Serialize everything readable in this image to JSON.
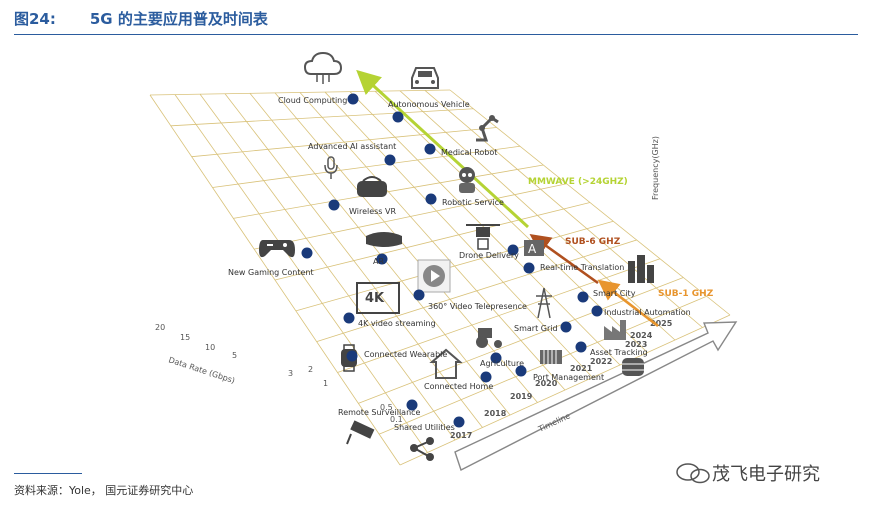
{
  "figure": {
    "label": "图24:",
    "title": "5G 的主要应用普及时间表"
  },
  "source": "资料来源：Yole，  国元证券研究中心",
  "watermark": "茂飞电子研究",
  "axes": {
    "frequency": "Frequency(GHz)",
    "data_rate": "Data Rate (Gbps)",
    "timeline": "Timeline",
    "data_rate_ticks": [
      "20",
      "15",
      "10",
      "5",
      "3",
      "2",
      "1",
      "0.5",
      "0.1"
    ],
    "years": [
      "2017",
      "2018",
      "2019",
      "2020",
      "2021",
      "2022",
      "2023",
      "2024",
      "2025"
    ]
  },
  "bands": {
    "mmwave": "MMWAVE (>24GHZ)",
    "sub6": "SUB-6 GHZ",
    "sub1": "SUB-1 GHZ"
  },
  "colors": {
    "mmwave": "#b5d334",
    "sub6": "#b0501f",
    "sub1": "#e8952e",
    "node": "#1a3a7a",
    "grid": "#d9c27a"
  },
  "applications": [
    {
      "label": "Cloud Computing",
      "icon": "cloud-icon"
    },
    {
      "label": "Autonomous Vehicle",
      "icon": "car-icon"
    },
    {
      "label": "Medical Robot",
      "icon": "robot-arm-icon"
    },
    {
      "label": "Advanced AI assistant",
      "icon": "microphone-icon"
    },
    {
      "label": "Robotic Service",
      "icon": "robot-icon"
    },
    {
      "label": "Wireless VR",
      "icon": "vr-headset-icon"
    },
    {
      "label": "Drone Delivery",
      "icon": "drone-icon"
    },
    {
      "label": "New Gaming Content",
      "icon": "gamepad-icon"
    },
    {
      "label": "AR",
      "icon": "ar-glasses-icon"
    },
    {
      "label": "Real-time Translation",
      "icon": "translate-icon"
    },
    {
      "label": "360° Video Telepresence",
      "icon": "video-play-icon"
    },
    {
      "label": "Smart City",
      "icon": "city-icon"
    },
    {
      "label": "4K video streaming",
      "icon": "4k-icon"
    },
    {
      "label": "Smart Grid",
      "icon": "power-tower-icon"
    },
    {
      "label": "Industrial Automation",
      "icon": "factory-icon"
    },
    {
      "label": "Connected Wearable",
      "icon": "watch-icon"
    },
    {
      "label": "Agriculture",
      "icon": "tractor-icon"
    },
    {
      "label": "Asset Tracking",
      "icon": "container-icon"
    },
    {
      "label": "Connected Home",
      "icon": "home-icon"
    },
    {
      "label": "Port Management",
      "icon": "ship-icon"
    },
    {
      "label": "Remote Surveillance",
      "icon": "camera-icon"
    },
    {
      "label": "Shared Utilities",
      "icon": "share-icon"
    }
  ],
  "icon_text": {
    "fourk": "4K",
    "translate": "A"
  }
}
